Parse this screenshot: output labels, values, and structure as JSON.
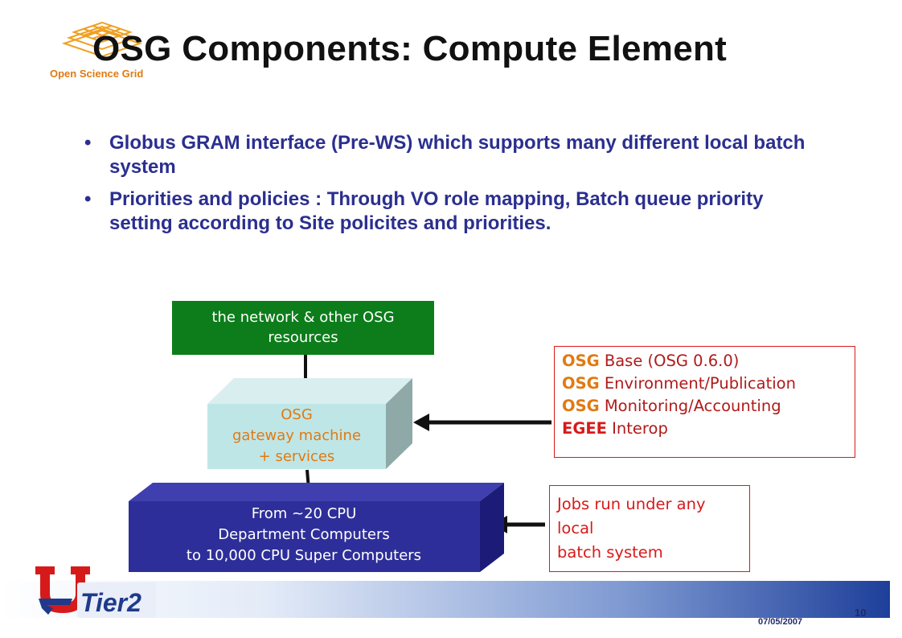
{
  "header": {
    "logo_text": "Open Science Grid",
    "title": "OSG Components: Compute Element"
  },
  "bullets": [
    {
      "symbol": "•",
      "text": "Globus GRAM interface (Pre-WS) which supports many different local batch system"
    },
    {
      "symbol": "•",
      "text": "Priorities and policies : Through VO role mapping, Batch queue priority setting according to Site policites and priorities."
    }
  ],
  "diagram": {
    "network_box": [
      "the network & other OSG",
      "resources"
    ],
    "gateway_box": [
      "OSG",
      "gateway machine",
      "+ services"
    ],
    "cpu_box": [
      "From ~20 CPU",
      "Department Computers",
      "to 10,000 CPU Super Computers"
    ],
    "osg_components": [
      {
        "key": "OSG",
        "rest": " Base (OSG 0.6.0)"
      },
      {
        "key": "OSG",
        "rest": " Environment/Publication"
      },
      {
        "key": "OSG",
        "rest": " Monitoring/Accounting"
      },
      {
        "key": "EGEE",
        "rest": " Interop"
      }
    ],
    "jobs_box": [
      "Jobs run under any",
      "local",
      "batch system"
    ]
  },
  "footer": {
    "logo_text": "Tier2",
    "page_number": "10",
    "date": "07/05/2007"
  },
  "colors": {
    "title": "#111111",
    "bullet_text": "#2b2f8f",
    "network_green": "#0c7d1a",
    "gateway_cyan": "#bfe6e6",
    "cpu_navy": "#2e2e9a",
    "accent_orange": "#e07a12",
    "accent_red": "#d81a1a"
  }
}
